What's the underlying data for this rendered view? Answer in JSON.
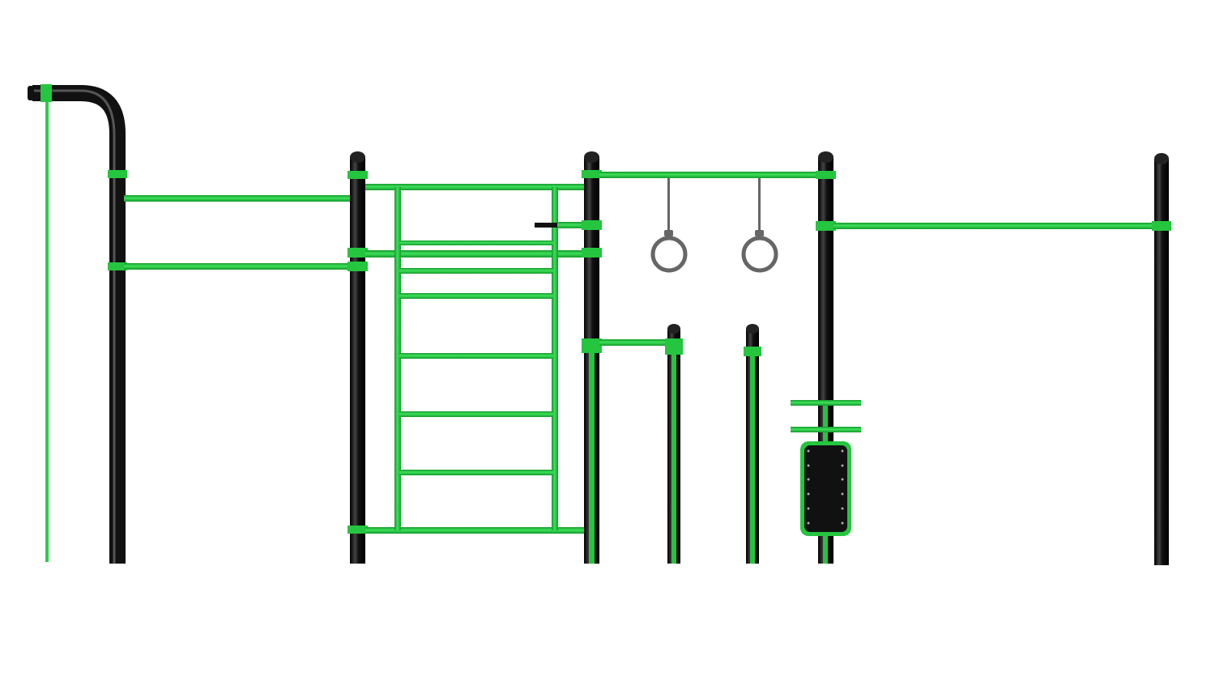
{
  "scene": {
    "subject": "outdoor-workout-station",
    "components": [
      {
        "id": "climbing-rope",
        "kind": "rope"
      },
      {
        "id": "hook-post",
        "kind": "curved-post"
      },
      {
        "id": "double-horizontal-bars",
        "kind": "bars"
      },
      {
        "id": "wall-ladder",
        "kind": "ladder"
      },
      {
        "id": "gymnastic-rings",
        "kind": "rings",
        "count": 2
      },
      {
        "id": "parallel-dip-bars",
        "kind": "bars"
      },
      {
        "id": "abs-bench-board",
        "kind": "board"
      },
      {
        "id": "high-pull-up-bar",
        "kind": "bar"
      }
    ]
  },
  "colors": {
    "background": "#ffffff",
    "post": "#111111",
    "post_highlight": "#555555",
    "accent_green": "#25c53f",
    "accent_green_dark": "#139a2c",
    "ring_gray": "#666666",
    "rope_green": "#2ecc4a"
  }
}
